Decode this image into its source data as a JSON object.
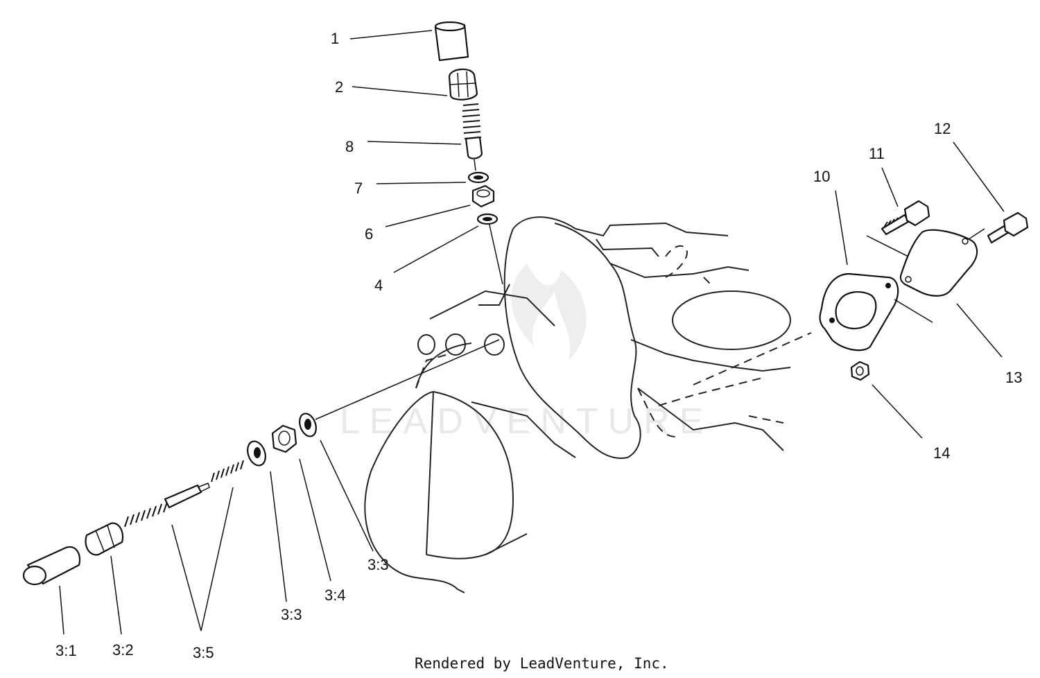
{
  "callouts": {
    "c1": "1",
    "c2": "2",
    "c8": "8",
    "c7": "7",
    "c6": "6",
    "c4": "4",
    "c10": "10",
    "c11": "11",
    "c12": "12",
    "c13": "13",
    "c14": "14",
    "c3_1": "3:1",
    "c3_2": "3:2",
    "c3_5": "3:5",
    "c3_3a": "3:3",
    "c3_4": "3:4",
    "c3_3b": "3:3"
  },
  "watermark": "LEADVENTURE",
  "footer": "Rendered by LeadVenture, Inc."
}
